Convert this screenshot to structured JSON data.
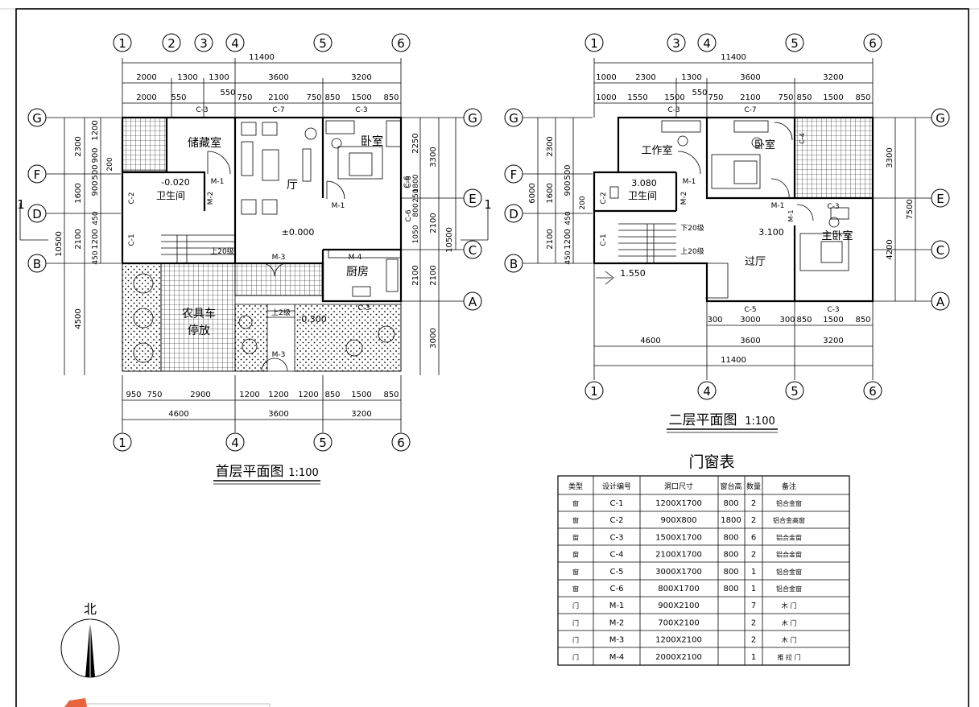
{
  "plan1": {
    "title": "首层平面图",
    "scale": "1:100",
    "axes_top": [
      "1",
      "2",
      "3",
      "4",
      "5",
      "6"
    ],
    "axes_bottom": [
      "1",
      "4",
      "5",
      "6"
    ],
    "axes_left": [
      "G",
      "F",
      "D",
      "B"
    ],
    "axes_right": [
      "G",
      "E",
      "C",
      "A"
    ],
    "dim_total_top": "11400",
    "dims_top_row1": [
      "2000",
      "1300",
      "1300",
      "3600",
      "3200"
    ],
    "dims_top_row2": [
      "2000",
      "550",
      "550",
      "750",
      "2100",
      "750",
      "850",
      "1500",
      "850"
    ],
    "dims_left": [
      "2300",
      "1200",
      "900",
      "200",
      "1600",
      "900",
      "500",
      "450",
      "2100",
      "1200",
      "450",
      "4500"
    ],
    "dim_left_total": "10500",
    "dims_right": [
      "2250",
      "3300",
      "1800",
      "250",
      "C-6",
      "800",
      "2100",
      "1050",
      "10500",
      "2100",
      "2100",
      "3000"
    ],
    "dims_bottom_row1": [
      "950",
      "750",
      "2900",
      "1200",
      "1200",
      "1200",
      "850",
      "1500",
      "850"
    ],
    "dims_bottom_row2": [
      "4600",
      "3600",
      "3200"
    ],
    "window_labels": [
      "C-3",
      "C-7",
      "C-3",
      "C-2",
      "C-1",
      "C-6",
      "C-6",
      "C-3"
    ],
    "door_labels": [
      "M-1",
      "M-2",
      "M-1",
      "M-3",
      "M-4",
      "M-3"
    ],
    "rooms": {
      "storage": "储藏室",
      "bedroom": "卧室",
      "hall": "厅",
      "bathroom": "卫生间",
      "kitchen": "厨房",
      "garage_line1": "农具车",
      "garage_line2": "停放"
    },
    "levels": {
      "bath": "-0.020",
      "hall": "±0.000",
      "outside": "-0.300"
    },
    "stairs": {
      "up20": "上20级",
      "up2": "上2级"
    },
    "section_mark": "1"
  },
  "plan2": {
    "title": "二层平面图",
    "scale": "1:100",
    "axes_top": [
      "1",
      "3",
      "4",
      "5",
      "6"
    ],
    "axes_bottom": [
      "1",
      "4",
      "5",
      "6"
    ],
    "axes_left": [
      "G",
      "F",
      "D",
      "B"
    ],
    "axes_right": [
      "G",
      "E",
      "C",
      "A"
    ],
    "dim_total_top": "11400",
    "dims_top_row1": [
      "1000",
      "2300",
      "1300",
      "3600",
      "3200"
    ],
    "dims_top_row2": [
      "1000",
      "1550",
      "1500",
      "550",
      "750",
      "2100",
      "750",
      "850",
      "1500",
      "850"
    ],
    "dims_left": [
      "2300",
      "6000",
      "1600",
      "900",
      "500",
      "200",
      "450",
      "2100",
      "1200",
      "450"
    ],
    "dims_right": [
      "3300",
      "7500",
      "4200"
    ],
    "dims_bottom_row1": [
      "300",
      "3000",
      "300",
      "850",
      "1500",
      "850"
    ],
    "dims_bottom_row2": [
      "4600",
      "3600",
      "3200"
    ],
    "dim_total_bottom": "11400",
    "window_labels": [
      "C-3",
      "C-7",
      "C-3",
      "C-2",
      "C-1",
      "C-5",
      "C-3",
      "C-4"
    ],
    "door_labels": [
      "M-1",
      "M-2",
      "M-1",
      "M-1"
    ],
    "rooms": {
      "study": "工作室",
      "bedroom": "卧室",
      "bathroom": "卫生间",
      "master": "主卧室",
      "lobby": "过厅"
    },
    "levels": {
      "bath": "3.080",
      "lobby": "3.100",
      "roof": "1.550"
    },
    "stairs": {
      "down20": "下20级",
      "up20": "上20级"
    }
  },
  "table": {
    "title": "门窗表",
    "headers": [
      "类型",
      "设计编号",
      "洞口尺寸",
      "窗台高",
      "数量",
      "备注"
    ],
    "rows": [
      [
        "窗",
        "C-1",
        "1200X1700",
        "800",
        "2",
        "铝合金窗"
      ],
      [
        "窗",
        "C-2",
        "900X800",
        "1800",
        "2",
        "铝合金高窗"
      ],
      [
        "窗",
        "C-3",
        "1500X1700",
        "800",
        "6",
        "铝合金窗"
      ],
      [
        "窗",
        "C-4",
        "2100X1700",
        "800",
        "2",
        "铝合金窗"
      ],
      [
        "窗",
        "C-5",
        "3000X1700",
        "800",
        "1",
        "铝合金窗"
      ],
      [
        "窗",
        "C-6",
        "800X1700",
        "800",
        "1",
        "铝合金窗"
      ],
      [
        "门",
        "M-1",
        "900X2100",
        "",
        "7",
        "木 门"
      ],
      [
        "门",
        "M-2",
        "700X2100",
        "",
        "2",
        "木 门"
      ],
      [
        "门",
        "M-3",
        "1200X2100",
        "",
        "2",
        "木 门"
      ],
      [
        "门",
        "M-4",
        "2000X2100",
        "",
        "1",
        "推 拉 门"
      ]
    ]
  },
  "north": {
    "label": "北"
  },
  "colors": {
    "ink": "#000000",
    "paper": "#ffffff",
    "tag": "#e8643c"
  }
}
